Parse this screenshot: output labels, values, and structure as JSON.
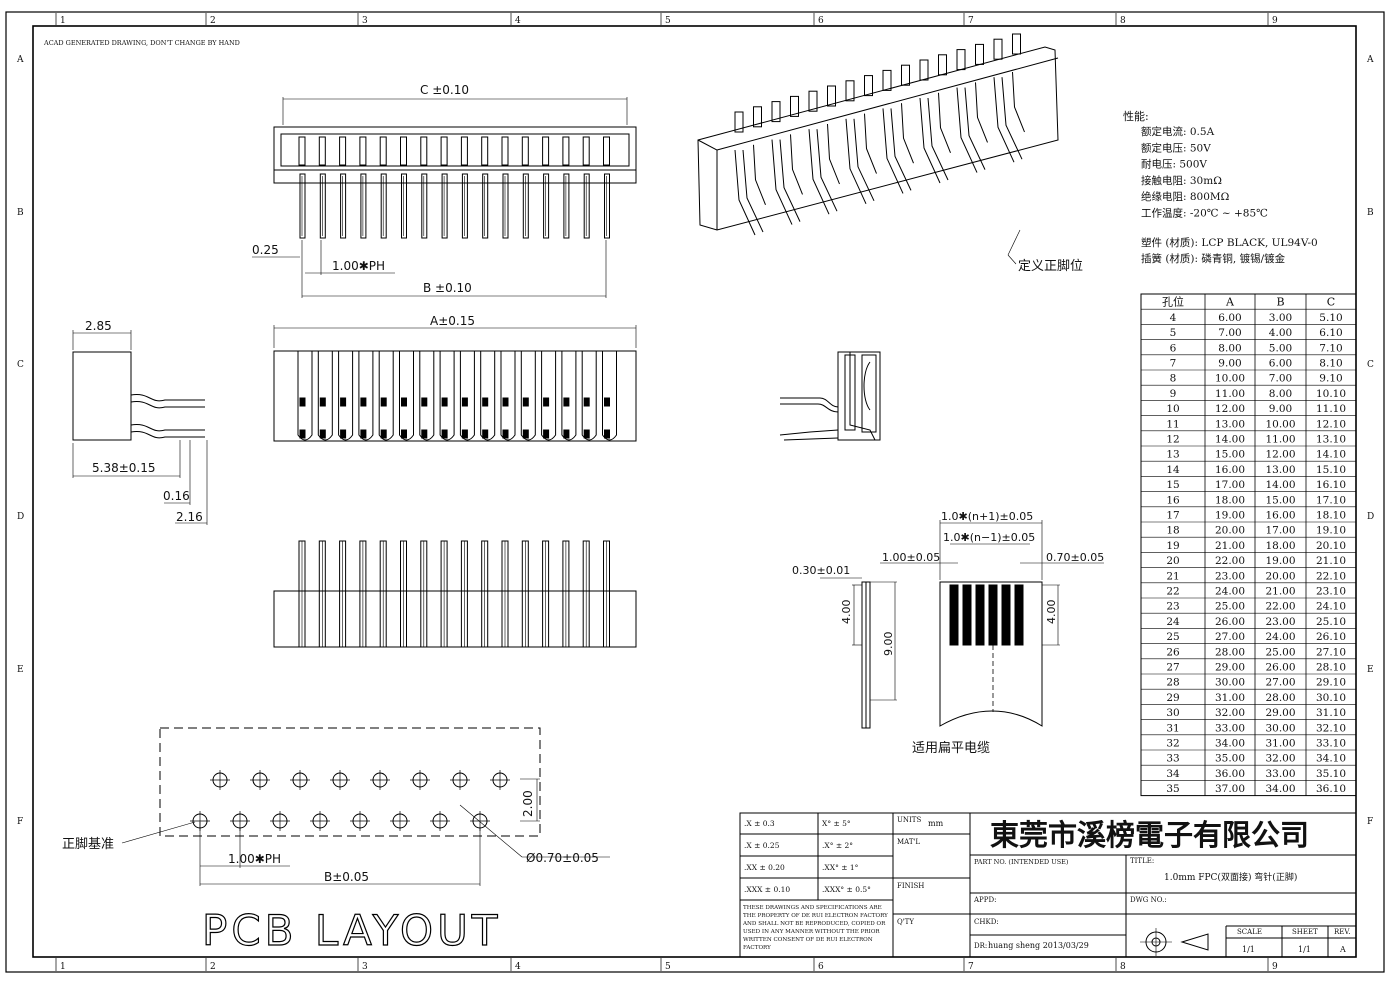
{
  "header_note": "ACAD GENERATED DRAWING, DON'T CHANGE BY HAND",
  "grid_cols": [
    "1",
    "2",
    "3",
    "4",
    "5",
    "6",
    "7",
    "8",
    "9"
  ],
  "grid_rows": [
    "A",
    "B",
    "C",
    "D",
    "E",
    "F"
  ],
  "dims": {
    "c": "C ±0.10",
    "b": "B ±0.10",
    "pitch_top": "1.00✱PH",
    "w025": "0.25",
    "a": "A±0.15",
    "h285": "2.85",
    "d538": "5.38±0.15",
    "d016": "0.16",
    "d216": "2.16",
    "n_plus": "1.0✱(n+1)±0.05",
    "n_minus": "1.0✱(n−1)±0.05",
    "d100": "1.00±0.05",
    "d070": "0.70±0.05",
    "d030": "0.30±0.01",
    "d400a": "4.00",
    "d900": "9.00",
    "d400b": "4.00",
    "pcb_200": "2.00",
    "pcb_pitch": "1.00✱PH",
    "pcb_b": "B±0.05",
    "pcb_hole": "Ø0.70±0.05"
  },
  "labels": {
    "pin_position": "定义正脚位",
    "cable": "适用扁平电缆",
    "pin_base": "正脚基准",
    "pcb_layout": "PCB LAYOUT"
  },
  "specs": {
    "title": "性能:",
    "lines": [
      "额定电流: 0.5A",
      "额定电压: 50V",
      "耐电压: 500V",
      "接触电阻:  30mΩ",
      "绝缘电阻: 800MΩ",
      "工作温度: -20℃ ~ +85℃"
    ],
    "material_lines": [
      "塑件 (材质): LCP BLACK, UL94V-0",
      "插簧 (材质): 磷青铜, 镀锡/镀金"
    ]
  },
  "table": {
    "headers": [
      "孔位",
      "A",
      "B",
      "C"
    ],
    "rows": [
      [
        "4",
        "6.00",
        "3.00",
        "5.10"
      ],
      [
        "5",
        "7.00",
        "4.00",
        "6.10"
      ],
      [
        "6",
        "8.00",
        "5.00",
        "7.10"
      ],
      [
        "7",
        "9.00",
        "6.00",
        "8.10"
      ],
      [
        "8",
        "10.00",
        "7.00",
        "9.10"
      ],
      [
        "9",
        "11.00",
        "8.00",
        "10.10"
      ],
      [
        "10",
        "12.00",
        "9.00",
        "11.10"
      ],
      [
        "11",
        "13.00",
        "10.00",
        "12.10"
      ],
      [
        "12",
        "14.00",
        "11.00",
        "13.10"
      ],
      [
        "13",
        "15.00",
        "12.00",
        "14.10"
      ],
      [
        "14",
        "16.00",
        "13.00",
        "15.10"
      ],
      [
        "15",
        "17.00",
        "14.00",
        "16.10"
      ],
      [
        "16",
        "18.00",
        "15.00",
        "17.10"
      ],
      [
        "17",
        "19.00",
        "16.00",
        "18.10"
      ],
      [
        "18",
        "20.00",
        "17.00",
        "19.10"
      ],
      [
        "19",
        "21.00",
        "18.00",
        "20.10"
      ],
      [
        "20",
        "22.00",
        "19.00",
        "21.10"
      ],
      [
        "21",
        "23.00",
        "20.00",
        "22.10"
      ],
      [
        "22",
        "24.00",
        "21.00",
        "23.10"
      ],
      [
        "23",
        "25.00",
        "22.00",
        "24.10"
      ],
      [
        "24",
        "26.00",
        "23.00",
        "25.10"
      ],
      [
        "25",
        "27.00",
        "24.00",
        "26.10"
      ],
      [
        "26",
        "28.00",
        "25.00",
        "27.10"
      ],
      [
        "27",
        "29.00",
        "26.00",
        "28.10"
      ],
      [
        "28",
        "30.00",
        "27.00",
        "29.10"
      ],
      [
        "29",
        "31.00",
        "28.00",
        "30.10"
      ],
      [
        "30",
        "32.00",
        "29.00",
        "31.10"
      ],
      [
        "31",
        "33.00",
        "30.00",
        "32.10"
      ],
      [
        "32",
        "34.00",
        "31.00",
        "33.10"
      ],
      [
        "33",
        "35.00",
        "32.00",
        "34.10"
      ],
      [
        "34",
        "36.00",
        "33.00",
        "35.10"
      ],
      [
        "35",
        "37.00",
        "34.00",
        "36.10"
      ]
    ]
  },
  "title_block": {
    "tolerances": [
      [
        ".X  ±  0.3",
        "X°  ±  5°"
      ],
      [
        ".X  ±  0.25",
        ".X°  ±  2°"
      ],
      [
        ".XX  ±  0.20",
        ".XX°  ±  1°"
      ],
      [
        ".XXX  ±  0.10",
        ".XXX°  ±  0.5°"
      ]
    ],
    "units_label": "UNITS",
    "units_value": "mm",
    "matl": "MAT'L",
    "finish": "FINISH",
    "qty": "Q'TY",
    "notice": "THESE DRAWINGS AND SPECIFICATIONS ARE THE PROPERTY OF DE RUI ELECTRON FACTORY AND SHALL NOT BE REPRODUCED, COPIED OR USED IN ANY MANNER WITHOUT THE PRIOR WRITTEN CONSENT OF DE RUI ELECTRON FACTORY",
    "company": "東莞市溪榜電子有限公司",
    "part_no_label": "PART NO. (INTENDED USE)",
    "title_label": "TITLE:",
    "title_value": "1.0mm FPC(双面接) 弯针(正脚)",
    "appd": "APPD:",
    "dwg_no": "DWG NO.:",
    "chkd": "CHKD:",
    "dr": "DR:",
    "dr_value": "huang sheng 2013/03/29",
    "scale_label": "SCALE",
    "scale_value": "1/1",
    "sheet_label": "SHEET",
    "sheet_value": "1/1",
    "rev_label": "REV.",
    "rev_value": "A"
  }
}
